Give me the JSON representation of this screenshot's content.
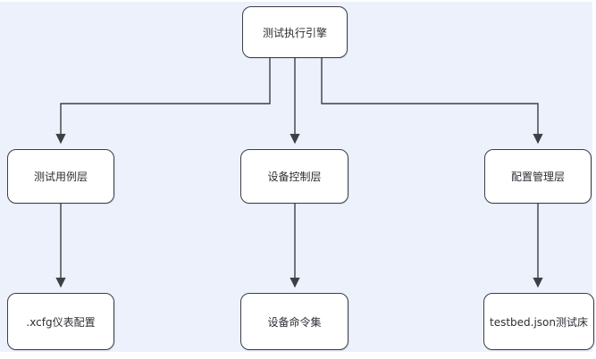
{
  "diagram": {
    "type": "flowchart",
    "colors": {
      "canvas_background": "#edf1fb",
      "page_background": "#ffffff",
      "node_fill": "#ffffff",
      "node_border": "#3b4046",
      "edge_color": "#3b4046",
      "text_color": "#2b2e33"
    },
    "nodes": [
      {
        "id": "test-execution-engine",
        "label": "测试执行引擎"
      },
      {
        "id": "test-case-layer",
        "label": "测试用例层"
      },
      {
        "id": "device-control-layer",
        "label": "设备控制层"
      },
      {
        "id": "config-management-layer",
        "label": "配置管理层"
      },
      {
        "id": "xcfg-instrument-config",
        "label": ".xcfg仪表配置"
      },
      {
        "id": "device-command-set",
        "label": "设备命令集"
      },
      {
        "id": "testbed-json-testbed",
        "label": "testbed.json测试床"
      }
    ],
    "edges": [
      {
        "from": "test-execution-engine",
        "to": "test-case-layer"
      },
      {
        "from": "test-execution-engine",
        "to": "device-control-layer"
      },
      {
        "from": "test-execution-engine",
        "to": "config-management-layer"
      },
      {
        "from": "test-case-layer",
        "to": "xcfg-instrument-config"
      },
      {
        "from": "device-control-layer",
        "to": "device-command-set"
      },
      {
        "from": "config-management-layer",
        "to": "testbed-json-testbed"
      }
    ]
  }
}
